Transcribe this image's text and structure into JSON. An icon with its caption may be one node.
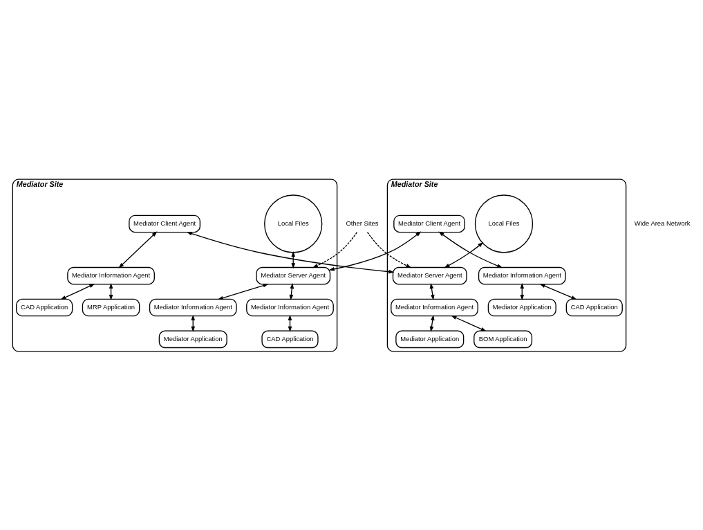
{
  "diagram": {
    "nodes": [
      {
        "text": [
          "Mediator Site"
        ]
      },
      {
        "text": [
          "Local Files"
        ],
        "in": 0
      },
      {
        "text": [
          "Mediator Server Agent"
        ],
        "in": 0
      },
      {
        "text": [
          "Mediator Information Agent"
        ],
        "in": 0
      },
      {
        "text": [
          "Mediator Client Agent"
        ],
        "in": 0
      },
      {
        "text": [
          "Mediator Information Agent"
        ],
        "in": 0
      },
      {
        "text": [
          "Mediator Information Agent"
        ],
        "in": 0
      },
      {
        "text": [
          "Mediator Application"
        ],
        "in": 0
      },
      {
        "text": [
          "CAD Application"
        ],
        "in": 0
      },
      {
        "text": [
          "CAD Application"
        ],
        "in": 0
      },
      {
        "text": [
          "MRP Application"
        ],
        "in": 0
      },
      {
        "text": [
          "Other Sites"
        ]
      },
      {
        "text": [
          "Mediator Site"
        ]
      },
      {
        "text": [
          "Local Files"
        ],
        "in": 12
      },
      {
        "text": [
          "Mediator Server Agent"
        ],
        "in": 12
      },
      {
        "text": [
          "Mediator Client Agent"
        ],
        "in": 12
      },
      {
        "text": [
          "Mediator Information Agent"
        ],
        "in": 12
      },
      {
        "text": [
          "Mediator Information Agent"
        ],
        "in": 12
      },
      {
        "text": [
          "Mediator Application"
        ],
        "in": 12
      },
      {
        "text": [
          "CAD Application"
        ],
        "in": 12
      },
      {
        "text": [
          "BOM Application"
        ],
        "in": 12
      },
      {
        "text": [
          "Mediator Application"
        ],
        "in": 12
      }
    ],
    "edges": [
      {
        "from": 1,
        "to": 2,
        "arrow": "both"
      },
      {
        "from": 2,
        "to": 3,
        "arrow": "both"
      },
      {
        "from": 2,
        "to": 5,
        "arrow": "both"
      },
      {
        "from": 4,
        "to": 6,
        "arrow": "both"
      },
      {
        "from": 3,
        "to": 7,
        "arrow": "both"
      },
      {
        "from": 5,
        "to": 9,
        "arrow": "both"
      },
      {
        "from": 6,
        "to": 8,
        "arrow": "both"
      },
      {
        "from": 6,
        "to": 10,
        "arrow": "both"
      },
      {
        "from": 11,
        "to": 2,
        "arrow": "to",
        "style": "dashed"
      },
      {
        "from": 11,
        "to": 14,
        "arrow": "to",
        "style": "dashed"
      },
      {
        "from": 2,
        "to": 15,
        "arrow": "both"
      },
      {
        "from": 14,
        "to": 4,
        "arrow": "both"
      },
      {
        "from": 13,
        "to": 14,
        "arrow": "both"
      },
      {
        "from": 14,
        "to": 17,
        "arrow": "both"
      },
      {
        "from": 15,
        "to": 16,
        "arrow": "both"
      },
      {
        "from": 16,
        "to": 19,
        "arrow": "both"
      },
      {
        "from": 16,
        "to": 21,
        "arrow": "both"
      },
      {
        "from": 17,
        "to": 18,
        "arrow": "both"
      },
      {
        "from": 17,
        "to": 20,
        "arrow": "both"
      }
    ],
    "labels": [
      "Wide Area Network"
    ]
  }
}
